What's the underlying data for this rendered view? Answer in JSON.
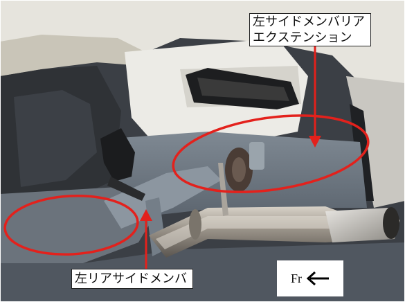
{
  "photo": {
    "subject": "car-rear-wheel-well-underbody",
    "highlight_color": "#e3211c"
  },
  "labels": {
    "top_callout": "左サイドメンバリア\nエクステンション",
    "bottom_callout": "左リアサイドメンバ",
    "direction_text": "Fr",
    "direction_icon": "left-arrow-icon"
  }
}
